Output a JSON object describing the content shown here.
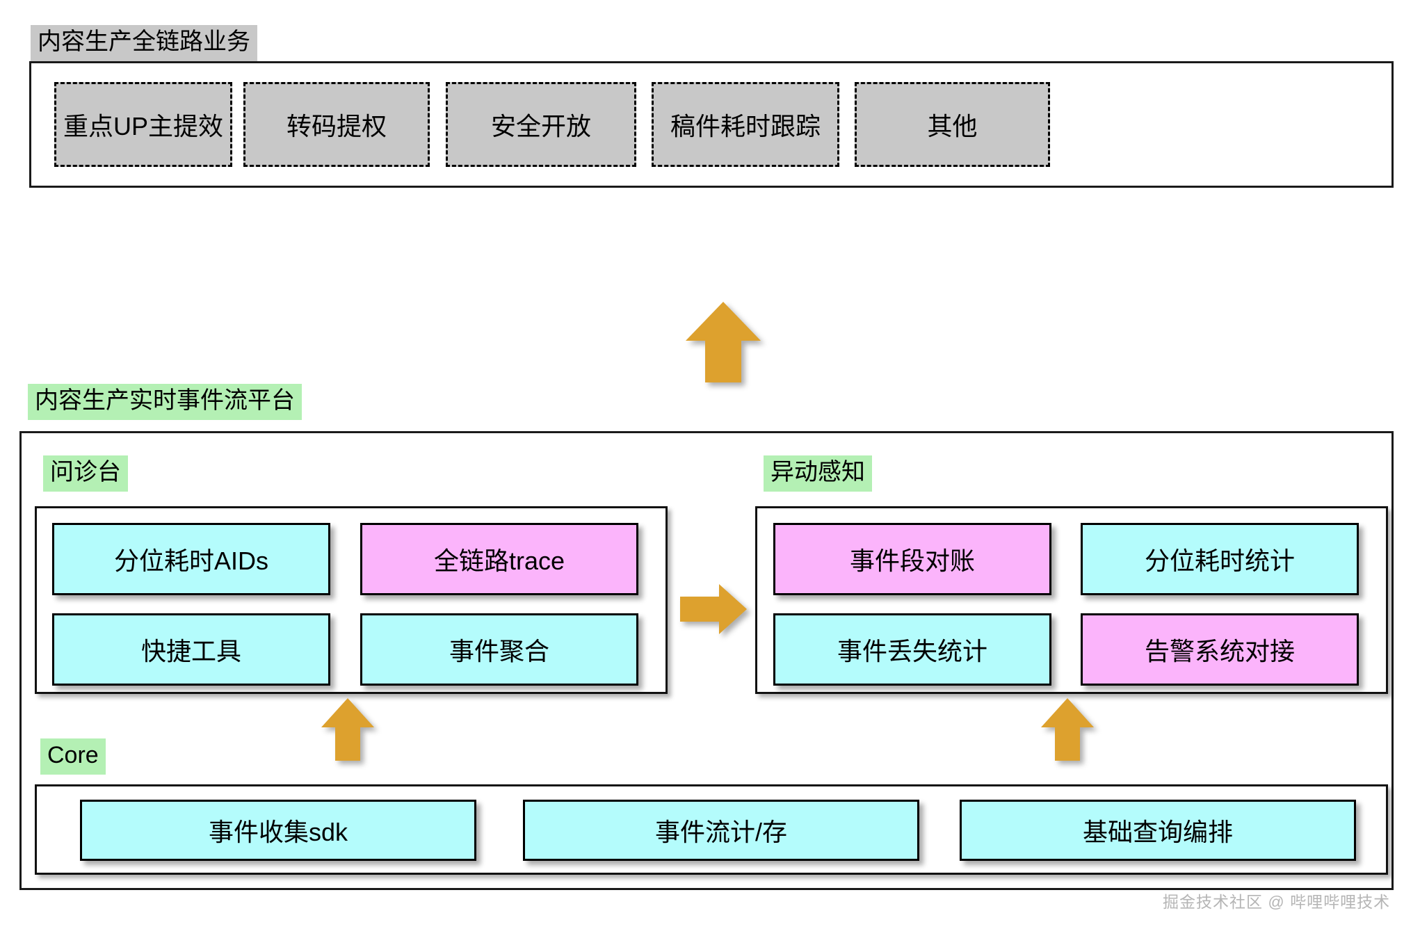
{
  "top_section": {
    "title": "内容生产全链路业务",
    "title_bg": "#c8c8c8",
    "items": [
      {
        "label": "重点UP主提效"
      },
      {
        "label": "转码提权"
      },
      {
        "label": "安全开放"
      },
      {
        "label": "稿件耗时跟踪"
      },
      {
        "label": "其他"
      }
    ]
  },
  "platform_section": {
    "title": "内容生产实时事件流平台",
    "title_bg": "#b4f0b4",
    "groups": [
      {
        "label": "问诊台",
        "items": [
          {
            "label": "分位耗时AIDs",
            "color": "cyan"
          },
          {
            "label": "全链路trace",
            "color": "pink"
          },
          {
            "label": "快捷工具",
            "color": "cyan"
          },
          {
            "label": "事件聚合",
            "color": "cyan"
          }
        ]
      },
      {
        "label": "异动感知",
        "items": [
          {
            "label": "事件段对账",
            "color": "pink"
          },
          {
            "label": "分位耗时统计",
            "color": "cyan"
          },
          {
            "label": "事件丢失统计",
            "color": "cyan"
          },
          {
            "label": "告警系统对接",
            "color": "pink"
          }
        ]
      }
    ],
    "core": {
      "label": "Core",
      "items": [
        {
          "label": "事件收集sdk",
          "color": "cyan"
        },
        {
          "label": "事件流计/存",
          "color": "cyan"
        },
        {
          "label": "基础查询编排",
          "color": "cyan"
        }
      ]
    }
  },
  "arrows": [
    {
      "name": "arrow-platform-to-business",
      "direction": "up"
    },
    {
      "name": "arrow-consult-to-anomaly",
      "direction": "right"
    },
    {
      "name": "arrow-core-to-consult",
      "direction": "up"
    },
    {
      "name": "arrow-core-to-anomaly",
      "direction": "up"
    }
  ],
  "colors": {
    "cyan": "#b4fcfc",
    "pink": "#fbb4fb",
    "gray": "#c8c8c8",
    "green_label": "#b4f0b4",
    "arrow_orange": "#dda12e",
    "border": "#000000"
  },
  "watermark": "掘金技术社区 @ 哔哩哔哩技术"
}
